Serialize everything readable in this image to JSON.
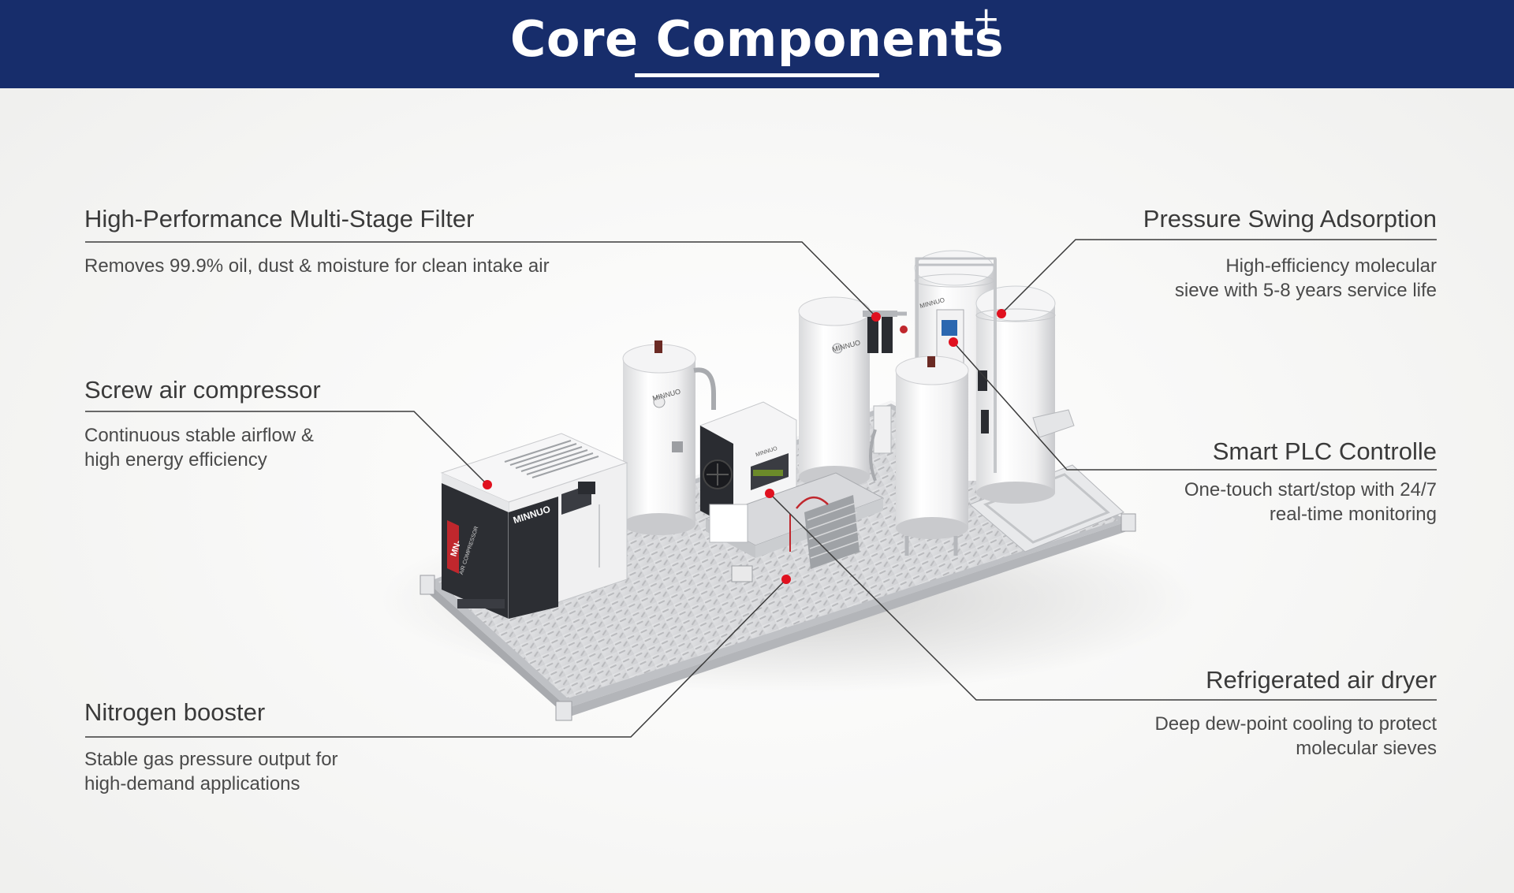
{
  "header": {
    "title": "Core Components",
    "title_mark": "+"
  },
  "colors": {
    "header_bg": "#172d6b",
    "marker": "#e0111f",
    "leader_line": "#333333"
  },
  "callouts": {
    "filter": {
      "heading": "High-Performance Multi-Stage Filter",
      "desc": "Removes 99.9% oil, dust & moisture for clean intake air"
    },
    "compressor": {
      "heading": "Screw air compressor",
      "desc_line1": "Continuous stable airflow &",
      "desc_line2": "high energy efficiency"
    },
    "booster": {
      "heading": "Nitrogen booster",
      "desc_line1": "Stable gas pressure output for",
      "desc_line2": "high-demand applications"
    },
    "psa": {
      "heading": "Pressure Swing Adsorption",
      "desc_line1": "High-efficiency molecular",
      "desc_line2": "sieve with 5-8 years service life"
    },
    "plc": {
      "heading": "Smart PLC Controlle",
      "desc_line1": "One-touch start/stop with 24/7",
      "desc_line2": "real-time monitoring"
    },
    "dryer": {
      "heading": "Refrigerated air dryer",
      "desc_line1": "Deep dew-point cooling to protect",
      "desc_line2": "molecular sieves"
    }
  },
  "equipment": {
    "brand_logo": "MINNUO",
    "compressor_side_text": "MN-",
    "compressor_side_subtext": "AIR COMPRESSOR"
  }
}
